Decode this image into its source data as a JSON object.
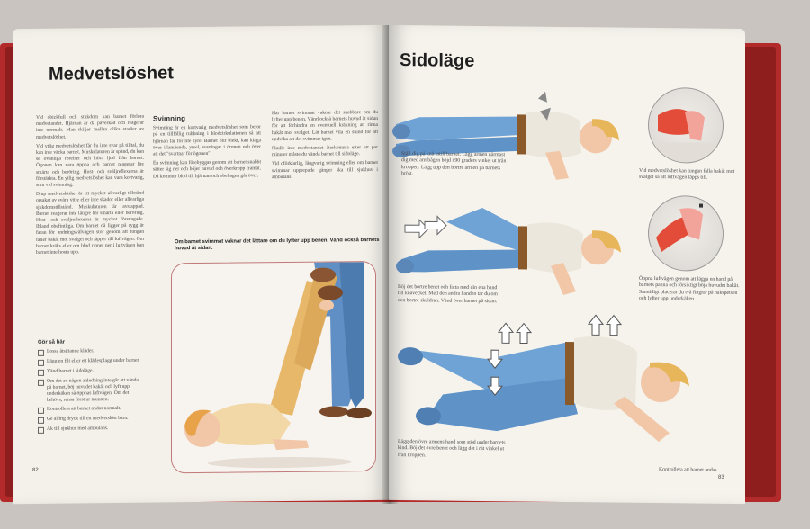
{
  "left_page": {
    "title": "Medvetslöshet",
    "col1": [
      "Vid obickfull och stukdom kan barnet förlora medvetandet. Hjärnan är då påverkad och reagerar inte normalt. Man skiljer mellan olika stadier av medvetslöshet.",
      "Vid ytlig medvetslöshet får du inte svar på tilltal, du kan inte väcka barnet. Muskulaturen är spänd, du kan se ovanliga rörelser och höra ljud från barnet. Ögonen kan vara öppna och barnet reagerar lite smärta och beröring. Host- och sväljreflexerna är förstärkta. En ytlig medvetslöshet kan vara kortvarig, som vid svimning.",
      "Djup medvetslöshet är ett mycket allvarligt tillstånd orsakat av svåra yttre eller inre skador eller allvarliga sjukdomstillstånd. Muskulaturen är avslappad. Barnet reagerar inte längre för smärta eller beröring. Host- och sväljreflexerna är mycket försvagade. Ibland obefintliga. Om barnet då ligger på rygg är faran för andningsvälvägen stor genom att tungan faller bakåt mot svalget och täpper till luftvägen. Om barnet kräks eller om blod rinner ner i luftvägen kan barnet inte hosta upp."
    ],
    "col2_head": "Svimning",
    "col2": [
      "Svimning är en kortvarig medvetslöshet som beror på en tillfällig rubbning i blodcirkulationen så att hjärnan får för lite syre. Barnet blir blekt, kan klaga över illamående, yrsel, susningar i öronen och över att det \"svartnar för ögonen\".",
      "En svimning kan förebyggas genom att barnet snabbt sätter sig ner och böjer huvud och överkropp framåt. Då kommer blod till hjärnan och obehagen går över."
    ],
    "col3": [
      "Har barnet svimmat vaknar det snabbare om du lyfter upp benen. Vänd också barnets huvud åt sidan för att förhindra en eventuell kräkning att rinna bakåt mot svalget. Låt barnet vila en stund för att undvika att det svimmar igen.",
      "Skulle inte medvetandet återkomma efter ett par minuter måste du vända barnet till sidoläge.",
      "Vid oförklarlig, långvarig svimning eller om barnet svimmar upprepade gånger ska till sjukhus i ambulans."
    ],
    "checklist_head": "Gör så här",
    "checklist": [
      "Lossa åtsittande kläder.",
      "Lägg en filt eller ett klädesplagg under barnet.",
      "Vänd barnet i sidoläge.",
      "Om det av någon anledning inte går att vända på barnet, böj huvudet bakåt och lyft upp underkäken så öppnas luftvägen. Om det behövs, rensa först ur munnen.",
      "Kontrollera att barnet andas normalt.",
      "Ge aldrig dryck till ett medvetslöst barn.",
      "Åk till sjukhus med ambulans."
    ],
    "caption": "Om barnet svimmat vaknar det lättare om du lyfter upp benen. Vänd också barnets huvud åt sidan.",
    "page_number": "82"
  },
  "right_page": {
    "title": "Sidoläge",
    "step1": "Ställ dig på knä intill barnet. Lägg armen närmast dig med armbågen böjd i 90 graders vinkel ut från kroppen. Lägg upp den bortre armen på barnets bröst.",
    "step2": "Böj det bortre benet och fatta med din ena hand till knävecket. Med den andra handen tar du om den bortre skuldran. Vänd över barnet på sidan.",
    "step3": "Lägg den övre armens hand som stöd under barnets kind. Böj det övre benet och lägg det i rät vinkel ut från kroppen.",
    "circle1_caption": "Vid medvetslöshet kan tungan falla bakåt mot svalget så att luftvägen täpps till.",
    "circle2_caption": "Öppna luftvägen genom att lägga en hand på barnets panna och försiktigt böja huvudet bakåt. Samtidigt placerar du två fingrar på hakspetsen och lyfter upp underkäken.",
    "check_caption": "Kontrollera att barnet andas.",
    "page_number": "83"
  },
  "colors": {
    "cover": "#b32a2a",
    "paper": "#f4f1ea",
    "jeans": "#6fa3d6",
    "shirt": "#e9e4da",
    "skin": "#f1c7a8",
    "hair": "#e8b65a"
  }
}
